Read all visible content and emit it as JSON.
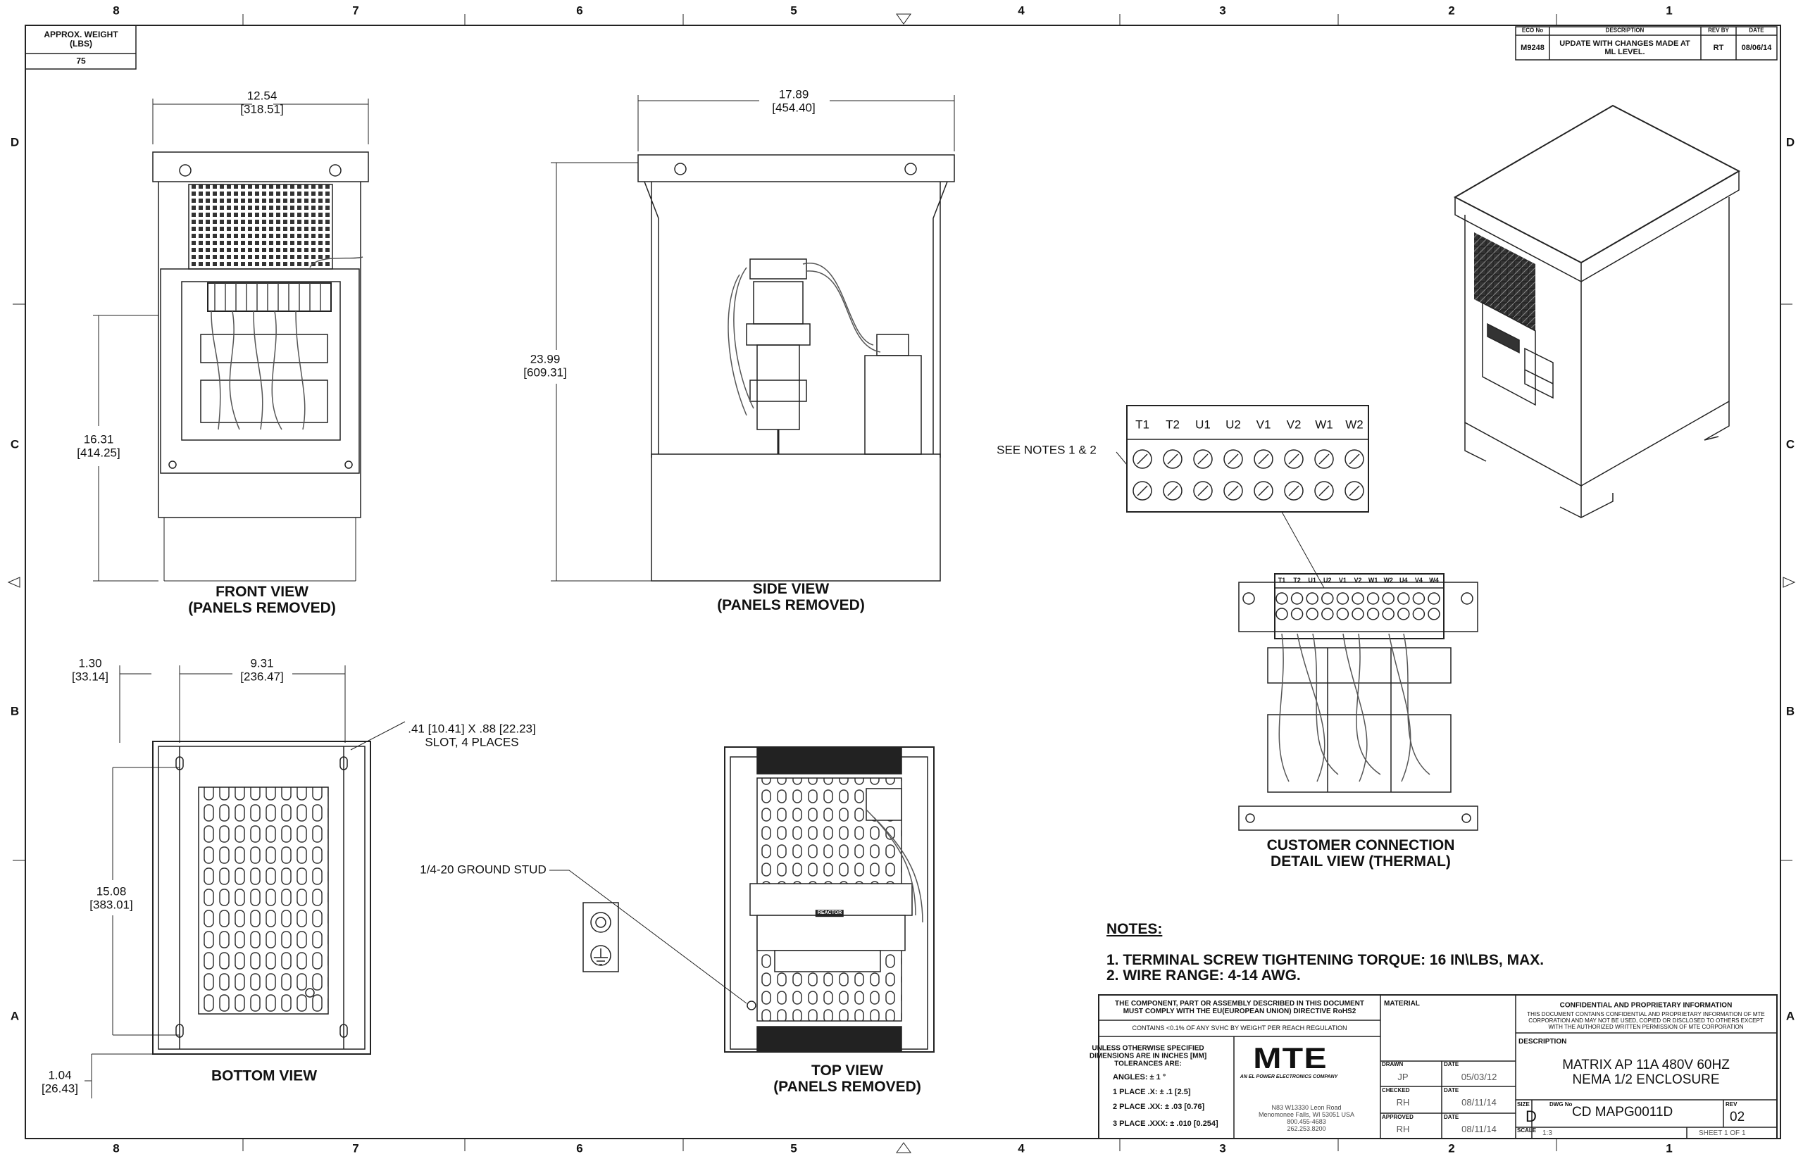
{
  "zone_columns": [
    "8",
    "7",
    "6",
    "5",
    "4",
    "3",
    "2",
    "1"
  ],
  "zone_rows": [
    "D",
    "C",
    "B",
    "A"
  ],
  "weight": {
    "label_line1": "APPROX. WEIGHT",
    "label_line2": "(LBS)",
    "value": "75"
  },
  "revision": {
    "headers": {
      "eco": "ECO No",
      "description": "DESCRIPTION",
      "rev_by": "REV BY",
      "date": "DATE"
    },
    "row": {
      "eco": "M9248",
      "description_line1": "UPDATE WITH CHANGES MADE AT",
      "description_line2": "ML LEVEL.",
      "rev_by": "RT",
      "date": "08/06/14"
    }
  },
  "views": {
    "front": {
      "title": "FRONT VIEW",
      "subtitle": "(PANELS REMOVED)"
    },
    "side": {
      "title": "SIDE VIEW",
      "subtitle": "(PANELS REMOVED)"
    },
    "bottom": {
      "title": "BOTTOM VIEW"
    },
    "top": {
      "title": "TOP VIEW",
      "subtitle": "(PANELS REMOVED)"
    },
    "customer": {
      "title": "CUSTOMER CONNECTION",
      "subtitle": "DETAIL VIEW (THERMAL)"
    }
  },
  "dimensions": {
    "front_width": {
      "in": "12.54",
      "mm": "[318.51]"
    },
    "front_height": {
      "in": "16.31",
      "mm": "[414.25]"
    },
    "side_width": {
      "in": "17.89",
      "mm": "[454.40]"
    },
    "side_height": {
      "in": "23.99",
      "mm": "[609.31]"
    },
    "bottom_offset": {
      "in": "1.30",
      "mm": "[33.14]"
    },
    "bottom_span": {
      "in": "9.31",
      "mm": "[236.47]"
    },
    "bottom_height": {
      "in": "15.08",
      "mm": "[383.01]"
    },
    "bottom_edge": {
      "in": "1.04",
      "mm": "[26.43]"
    },
    "slot_line1": ".41 [10.41] X .88 [22.23]",
    "slot_line2": "SLOT, 4 PLACES"
  },
  "callouts": {
    "see_notes": "SEE NOTES 1 & 2",
    "ground_stud": "1/4-20 GROUND STUD",
    "reactor_tag": "REACTOR"
  },
  "terminal_labels": [
    "T1",
    "T2",
    "U1",
    "U2",
    "V1",
    "V2",
    "W1",
    "W2"
  ],
  "customer_terminal_labels": [
    "T1",
    "T2",
    "U1",
    "U2",
    "V1",
    "V2",
    "W1",
    "W2",
    "U4",
    "V4",
    "W4"
  ],
  "notes": {
    "heading": "NOTES:",
    "items": [
      "1.  TERMINAL SCREW TIGHTENING TORQUE: 16 IN\\LBS, MAX.",
      "2.  WIRE RANGE: 4-14 AWG."
    ]
  },
  "title_block": {
    "rohs_line1": "THE COMPONENT, PART OR ASSEMBLY DESCRIBED IN THIS DOCUMENT",
    "rohs_line2": "MUST COMPLY WITH THE EU(EUROPEAN UNION) DIRECTIVE RoHS2",
    "reach": "CONTAINS <0.1% OF ANY SVHC BY WEIGHT PER REACH REGULATION",
    "tol_line1": "UNLESS OTHERWISE SPECIFIED",
    "tol_line2": "DIMENSIONS ARE IN INCHES [MM]",
    "tol_line3": "TOLERANCES ARE:",
    "angles": "ANGLES: ± 1 °",
    "place1": "1 PLACE .X: ± .1 [2.5]",
    "place2": "2 PLACE .XX: ± .03 [0.76]",
    "place3": "3 PLACE .XXX: ± .010 [0.254]",
    "logo": "MTE",
    "logo_tagline": "AN EL POWER ELECTRONICS COMPANY",
    "address_line1": "N83 W13330 Leon Road",
    "address_line2": "Menomonee Falls, WI 53051 USA",
    "phone1": "800.455-4683",
    "phone2": "262.253.8200",
    "material_label": "MATERIAL",
    "drawn_label": "DRAWN",
    "drawn_by": "JP",
    "drawn_date_label": "DATE",
    "drawn_date": "05/03/12",
    "checked_label": "CHECKED",
    "checked_by": "RH",
    "checked_date_label": "DATE",
    "checked_date": "08/11/14",
    "approved_label": "APPROVED",
    "approved_by": "RH",
    "approved_date_label": "DATE",
    "approved_date": "08/11/14",
    "conf_title": "CONFIDENTIAL AND PROPRIETARY INFORMATION",
    "conf_line1": "THIS DOCUMENT CONTAINS CONFIDENTIAL AND PROPRIETARY INFORMATION OF MTE",
    "conf_line2": "CORPORATION AND MAY NOT BE USED, COPIED OR DISCLOSED TO OTHERS EXCEPT",
    "conf_line3": "WITH THE AUTHORIZED WRITTEN PERMISSION OF MTE CORPORATION",
    "description_label": "DESCRIPTION",
    "description_line1": "MATRIX AP 11A 480V 60HZ",
    "description_line2": "NEMA 1/2 ENCLOSURE",
    "size_label": "SIZE",
    "size": "D",
    "dwg_label": "DWG No",
    "dwg_no": "CD MAPG0011D",
    "rev_label": "REV",
    "rev": "02",
    "scale_label": "SCALE",
    "scale": "1:3",
    "sheet": "SHEET 1  OF 1"
  }
}
